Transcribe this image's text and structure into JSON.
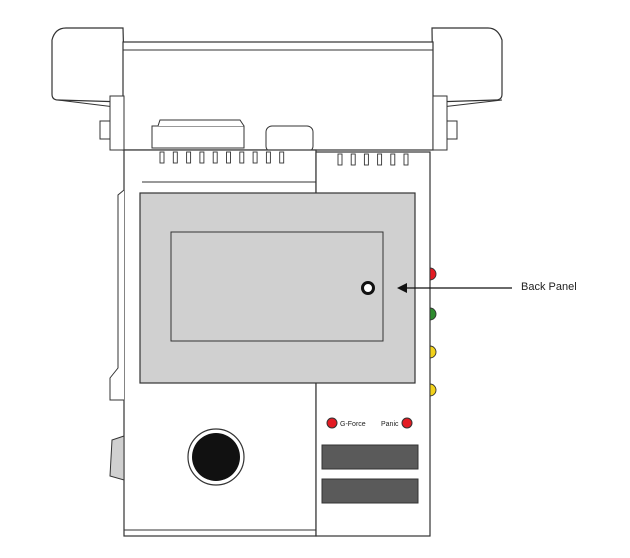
{
  "callout": {
    "label": "Back Panel"
  },
  "indicators": [
    {
      "label": "G-Force",
      "color": "#e31b23"
    },
    {
      "label": "Panic",
      "color": "#e31b23"
    }
  ],
  "side_leds": [
    {
      "name": "red",
      "color": "#e31b23"
    },
    {
      "name": "green",
      "color": "#2e8b2e"
    },
    {
      "name": "yellow",
      "color": "#f2d21b"
    },
    {
      "name": "yellow",
      "color": "#f2d21b"
    }
  ],
  "colors": {
    "panel_fill": "#d0d0d0",
    "slot_fill": "#5a5a5a",
    "knob_fill": "#111111",
    "outline": "#333333"
  }
}
